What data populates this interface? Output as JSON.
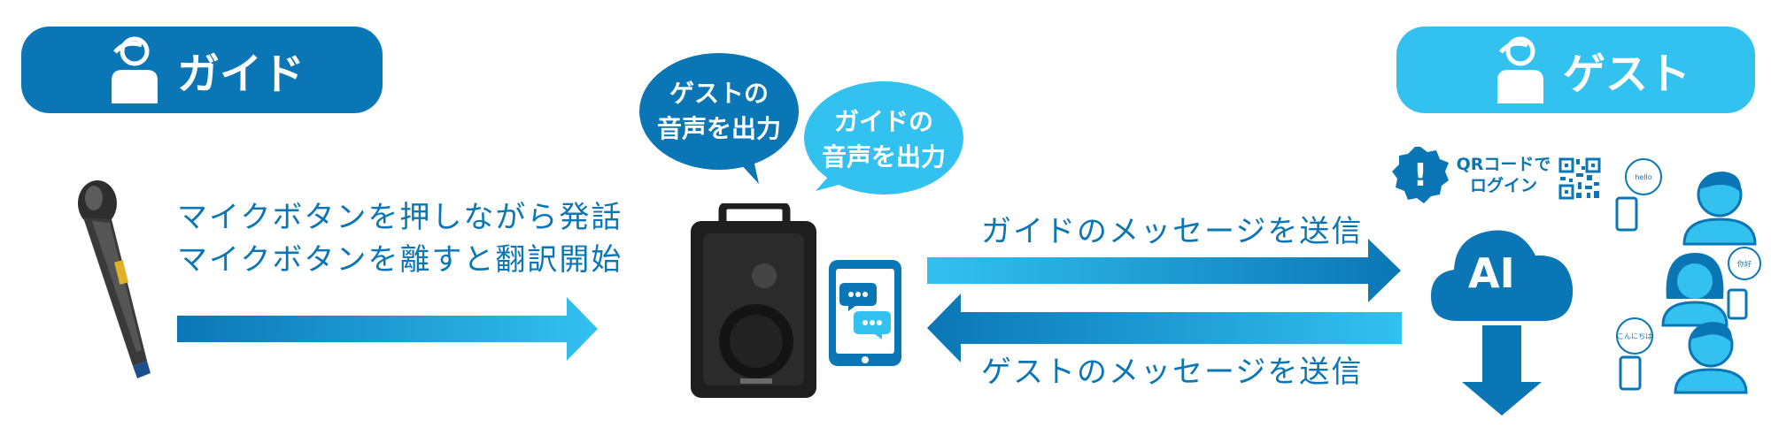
{
  "roles": {
    "guide_label": "ガイド",
    "guest_label": "ゲスト"
  },
  "bubbles": {
    "guest_audio": [
      "ゲストの",
      "音声を出力"
    ],
    "guide_audio": [
      "ガイドの",
      "音声を出力"
    ]
  },
  "instructions": {
    "line1": "マイクボタンを押しながら発話",
    "line2": "マイクボタンを離すと翻訳開始"
  },
  "messages": {
    "guide_to_guest": "ガイドのメッセージを送信",
    "guest_to_guide": "ゲストのメッセージを送信"
  },
  "qr_login": {
    "badge": "!",
    "line1": "QRコードで",
    "line2": "ログイン"
  },
  "cloud_label": "AI",
  "guest_greetings": [
    "hello",
    "你好",
    "こんにちは"
  ],
  "colors": {
    "dark_blue": "#0b76b5",
    "light_blue": "#33c1f0",
    "white": "#ffffff"
  }
}
